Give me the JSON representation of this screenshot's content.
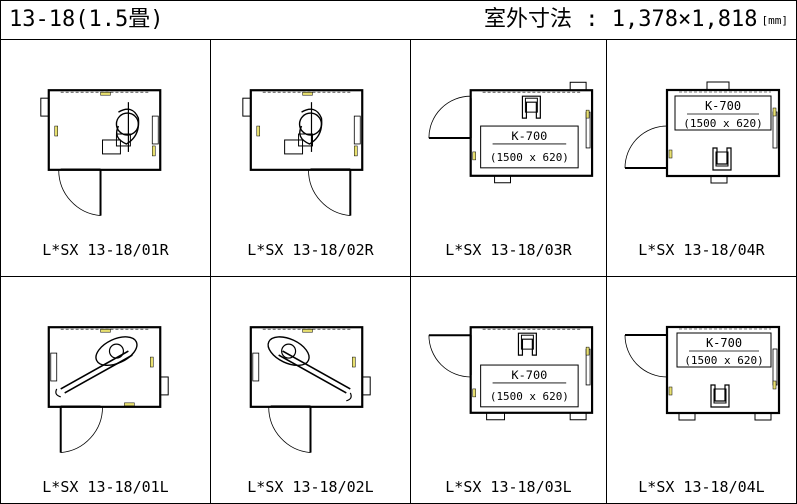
{
  "header": {
    "model": "13-18(1.5畳)",
    "dimensions_label": "室外寸法",
    "dimensions_value": "1,378×1,818",
    "unit": "[mm]"
  },
  "plan_label": {
    "model": "K-700",
    "size": "(1500 x 620)"
  },
  "layouts": [
    {
      "caption": "L*SX 13-18/01R"
    },
    {
      "caption": "L*SX 13-18/02R"
    },
    {
      "caption": "L*SX 13-18/03R"
    },
    {
      "caption": "L*SX 13-18/04R"
    },
    {
      "caption": "L*SX 13-18/01L"
    },
    {
      "caption": "L*SX 13-18/02L"
    },
    {
      "caption": "L*SX 13-18/03L"
    },
    {
      "caption": "L*SX 13-18/04L"
    }
  ]
}
